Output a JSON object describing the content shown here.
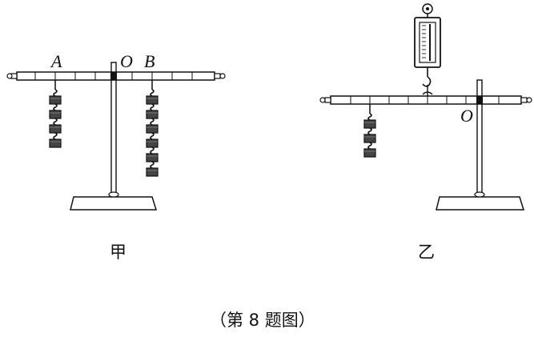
{
  "figure": {
    "left_setup": {
      "caption": "甲",
      "points": {
        "a": "A",
        "o": "O",
        "b": "B"
      },
      "weights_left": 4,
      "weights_right": 6
    },
    "right_setup": {
      "caption": "乙",
      "points": {
        "o": "O"
      },
      "weights_left": 3
    },
    "figure_caption": "（第 8 题图）"
  }
}
